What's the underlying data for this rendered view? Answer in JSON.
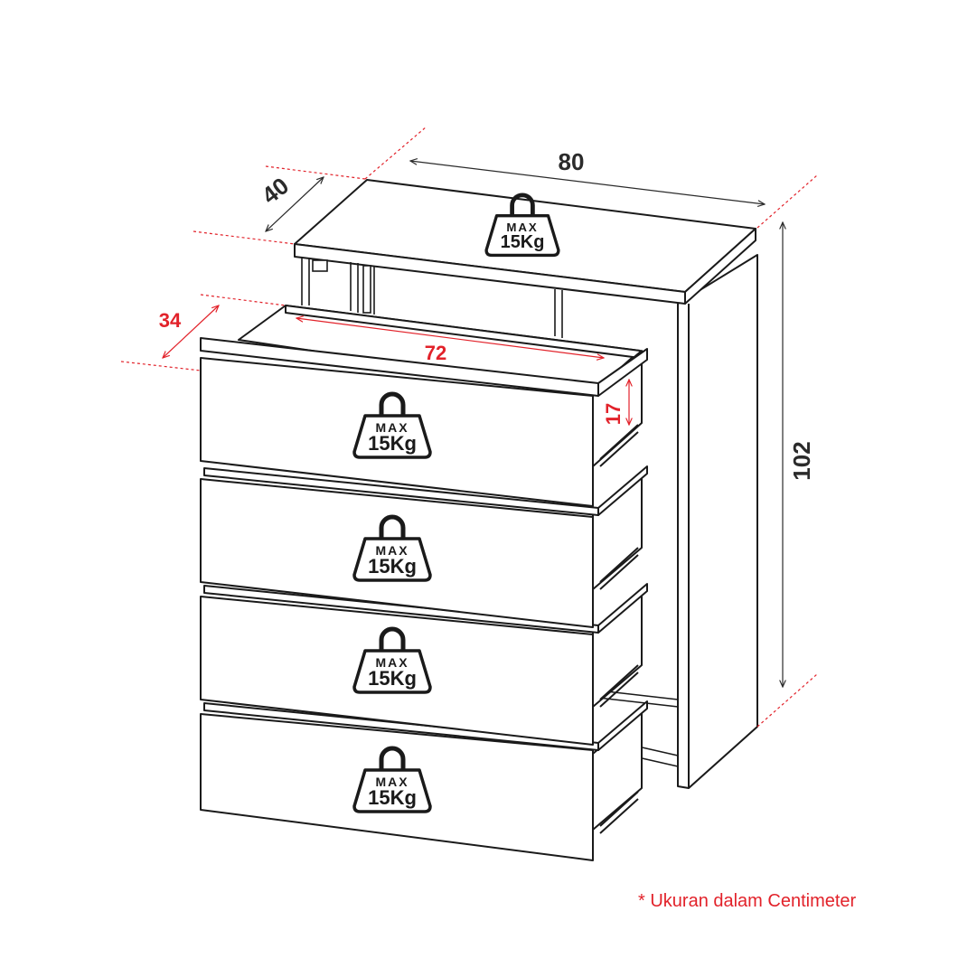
{
  "dimensions": {
    "width": "80",
    "depth": "40",
    "height": "102",
    "drawer_width": "72",
    "drawer_depth": "34",
    "drawer_height": "17"
  },
  "weight_badge": {
    "label": "MAX",
    "value": "15Kg"
  },
  "footnote": "* Ukuran dalam Centimeter",
  "colors": {
    "outline": "#1a1a1a",
    "dimension_black": "#2b2b2b",
    "dimension_red": "#e2222a"
  }
}
